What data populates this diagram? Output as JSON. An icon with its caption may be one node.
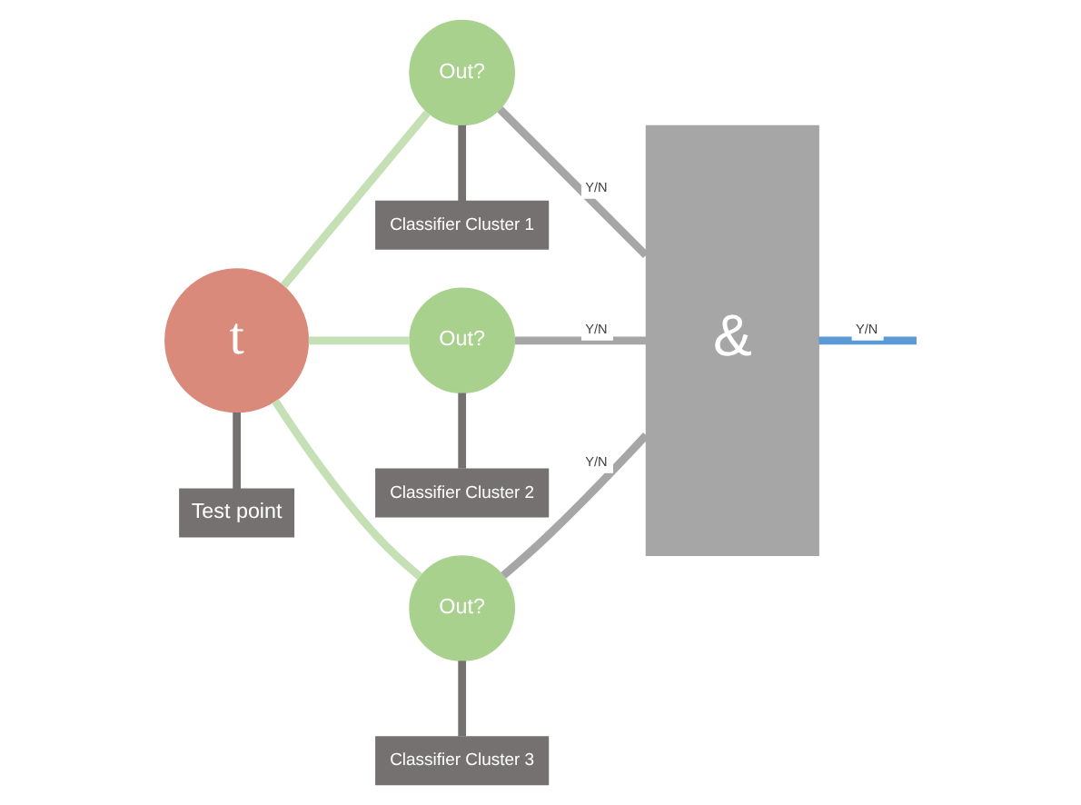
{
  "diagram": {
    "nodes": [
      {
        "text": [
          "t"
        ]
      },
      {
        "text": [
          "Test point"
        ]
      },
      {
        "text": [
          "Out?"
        ]
      },
      {
        "text": [
          "Classifier Cluster 1"
        ]
      },
      {
        "text": [
          "Out?"
        ]
      },
      {
        "text": [
          "Classifier Cluster 2"
        ]
      },
      {
        "text": [
          "Out?"
        ]
      },
      {
        "text": [
          "Classifier Cluster 3"
        ]
      },
      {
        "text": [
          "&"
        ]
      }
    ],
    "edges": [
      {
        "from": 0,
        "to": 1,
        "arrow": "none",
        "color": "#767171"
      },
      {
        "from": 0,
        "to": 2,
        "arrow": "none",
        "color": "#c5e0b4"
      },
      {
        "from": 0,
        "to": 4,
        "arrow": "none",
        "color": "#c5e0b4"
      },
      {
        "from": 0,
        "to": 6,
        "arrow": "none",
        "color": "#c5e0b4"
      },
      {
        "from": 2,
        "to": 3,
        "arrow": "none",
        "color": "#767171"
      },
      {
        "from": 4,
        "to": 5,
        "arrow": "none",
        "color": "#767171"
      },
      {
        "from": 6,
        "to": 7,
        "arrow": "none",
        "color": "#767171"
      },
      {
        "from": 2,
        "to": 8,
        "arrow": "none",
        "label": "Y/N"
      },
      {
        "from": 4,
        "to": 8,
        "arrow": "none",
        "label": "Y/N"
      },
      {
        "from": 6,
        "to": 8,
        "arrow": "none",
        "label": "Y/N"
      },
      {
        "from": 8,
        "to": null,
        "arrow": "none",
        "label": "Y/N",
        "color": "#5b9bd5"
      }
    ]
  }
}
